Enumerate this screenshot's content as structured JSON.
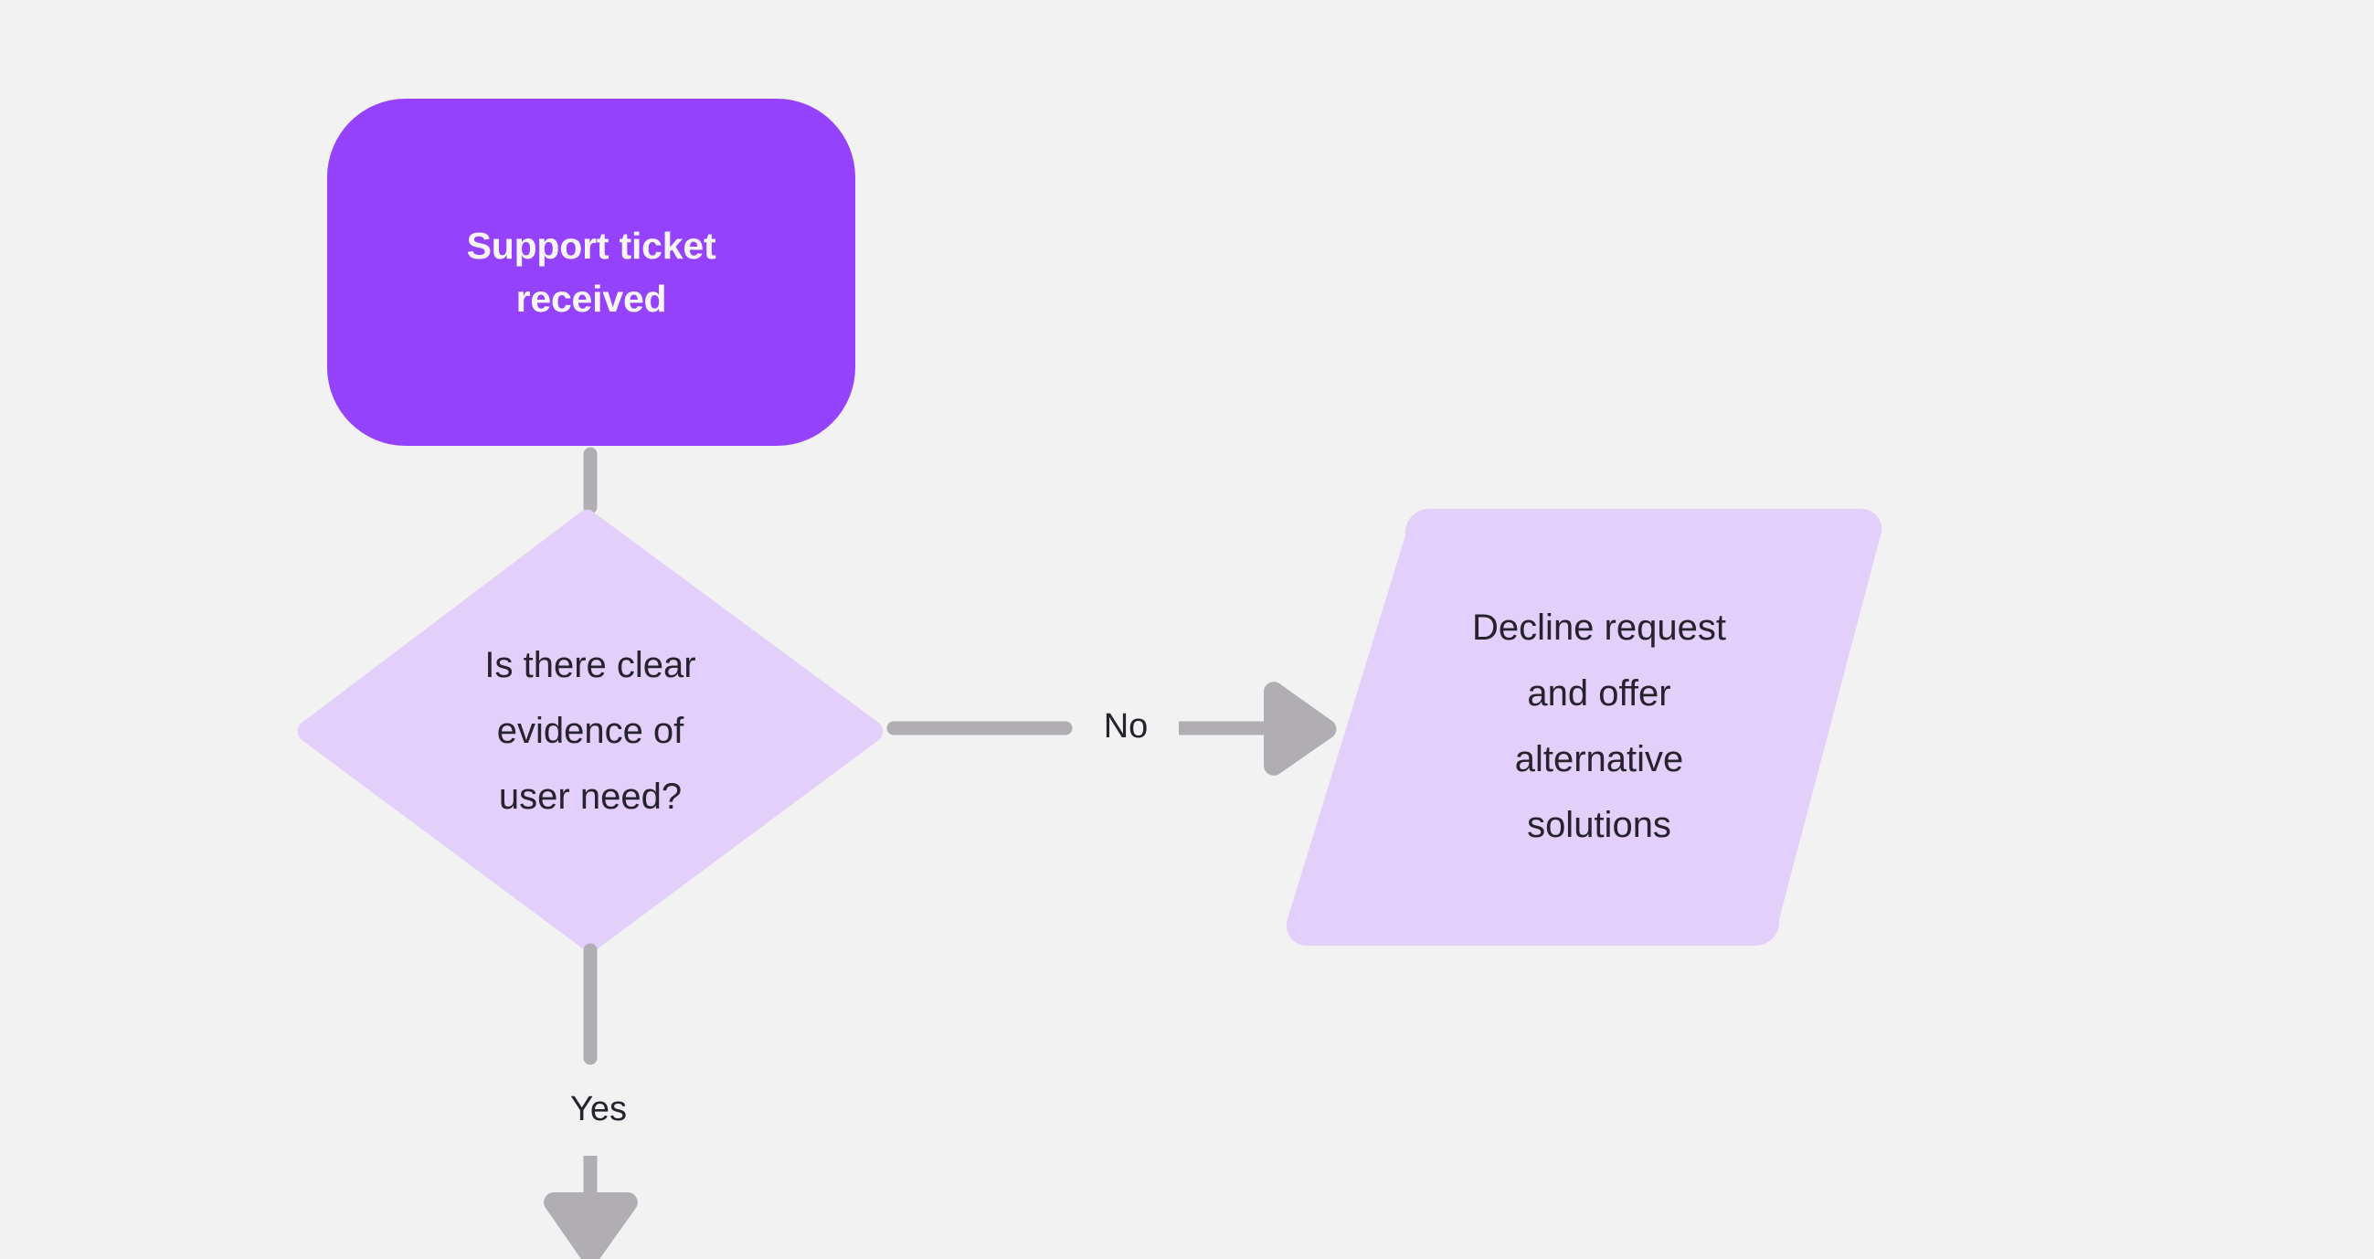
{
  "diagram": {
    "type": "flowchart",
    "background_color": "#f2f2f2",
    "connector_color": "#b0aeb3",
    "nodes": [
      {
        "id": "start",
        "shape": "rounded-rectangle",
        "label": "Support ticket\nreceived",
        "fill": "#9442fb",
        "text_color": "#f7f5f8",
        "bold": true
      },
      {
        "id": "decision",
        "shape": "diamond",
        "label": "Is there clear\nevidence of\nuser need?",
        "fill": "#e2d0fa",
        "text_color": "#26222e",
        "bold": false
      },
      {
        "id": "decline",
        "shape": "parallelogram",
        "label": "Decline request\nand offer\nalternative\nsolutions",
        "fill": "#e2d0fa",
        "text_color": "#26222e",
        "bold": false
      }
    ],
    "edges": [
      {
        "id": "start-to-decision",
        "from": "start",
        "to": "decision",
        "label": "",
        "arrow": false
      },
      {
        "id": "decision-to-decline",
        "from": "decision",
        "to": "decline",
        "label": "No",
        "arrow": true
      },
      {
        "id": "decision-yes",
        "from": "decision",
        "to": "",
        "label": "Yes",
        "arrow": true
      }
    ]
  }
}
